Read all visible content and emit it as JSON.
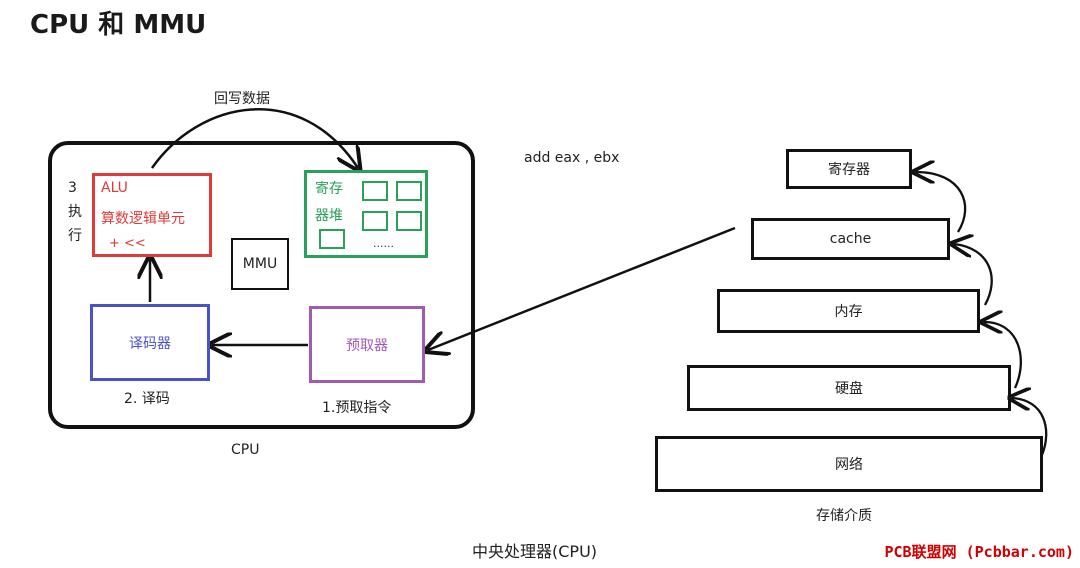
{
  "title": "CPU 和 MMU",
  "cpu": {
    "label": "CPU",
    "alu": {
      "line1": "ALU",
      "line2": "算数逻辑单元",
      "line3": "+ <<"
    },
    "exec_label": {
      "num": "3",
      "c1": "执",
      "c2": "行"
    },
    "registers": {
      "line1": "寄存",
      "line2": "器堆",
      "dots": "......"
    },
    "mmu": "MMU",
    "decoder": {
      "label": "译码器",
      "step": "2. 译码"
    },
    "prefetch": {
      "label": "预取器",
      "step": "1.预取指令"
    },
    "writeback_label": "回写数据"
  },
  "instruction": "add eax , ebx",
  "storage": {
    "levels": [
      "寄存器",
      "cache",
      "内存",
      "硬盘",
      "网络"
    ],
    "caption": "存储介质"
  },
  "caption": "中央处理器(CPU)",
  "watermark": "PCB联盟网 (Pcbbar.com)"
}
